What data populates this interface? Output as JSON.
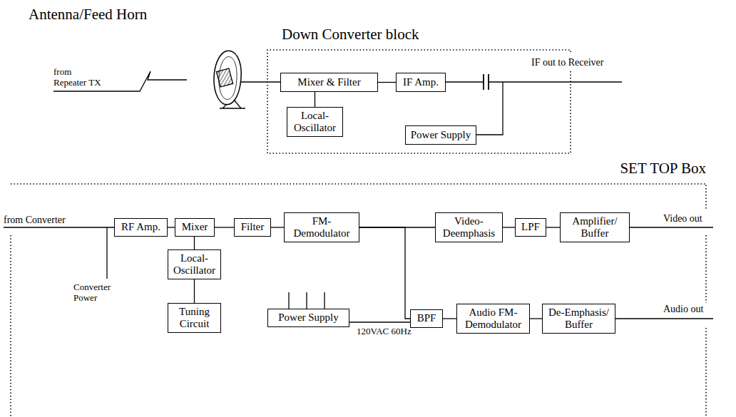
{
  "diagram": {
    "nodes": [
      {
        "text": [
          "Down Converter block"
        ]
      },
      {
        "text": [
          "Mixer & Filter"
        ],
        "in": 0
      },
      {
        "text": [
          "IF Amp."
        ],
        "in": 0
      },
      {
        "text": [
          "Local- Oscillator"
        ],
        "in": 0
      },
      {
        "text": [
          "Power Supply"
        ],
        "in": 0
      },
      {
        "text": [
          "SET TOP Box"
        ]
      },
      {
        "text": [
          "RF Amp."
        ],
        "in": 5
      },
      {
        "text": [
          "Mixer"
        ],
        "in": 5
      },
      {
        "text": [
          "Filter"
        ],
        "in": 5
      },
      {
        "text": [
          "FM- Demodulator"
        ],
        "in": 5
      },
      {
        "text": [
          "Video- Deemphasis"
        ],
        "in": 5
      },
      {
        "text": [
          "LPF"
        ],
        "in": 5
      },
      {
        "text": [
          "Amplifier/ Buffer"
        ],
        "in": 5
      },
      {
        "text": [
          "Local- Oscillator"
        ],
        "in": 5
      },
      {
        "text": [
          "Tuning Circuit"
        ],
        "in": 5
      },
      {
        "text": [
          "Power Supply"
        ],
        "in": 5
      },
      {
        "text": [
          "BPF"
        ],
        "in": 5
      },
      {
        "text": [
          "Audio FM- Demodulator"
        ],
        "in": 5
      },
      {
        "text": [
          "De-Emphasis/ Buffer"
        ],
        "in": 5
      }
    ],
    "edges": [
      {
        "from": 1,
        "to": 2,
        "arrow": "none"
      },
      {
        "from": 1,
        "to": 3,
        "arrow": "none"
      },
      {
        "from": 6,
        "to": 7,
        "arrow": "none"
      },
      {
        "from": 7,
        "to": 8,
        "arrow": "none"
      },
      {
        "from": 8,
        "to": 9,
        "arrow": "none"
      },
      {
        "from": 7,
        "to": 13,
        "arrow": "none"
      },
      {
        "from": 13,
        "to": 14,
        "arrow": "none"
      },
      {
        "from": 9,
        "to": 10,
        "arrow": "none"
      },
      {
        "from": 9,
        "to": 16,
        "arrow": "none"
      },
      {
        "from": 10,
        "to": 11,
        "arrow": "none"
      },
      {
        "from": 11,
        "to": 12,
        "arrow": "none"
      },
      {
        "from": 16,
        "to": 17,
        "arrow": "none"
      },
      {
        "from": 17,
        "to": 18,
        "arrow": "none"
      }
    ],
    "labels": [
      "Antenna/Feed Horn",
      "from Repeater TX",
      "IF out to Receiver",
      "from Converter",
      "Converter Power",
      "120VAC 60Hz",
      "Video out",
      "Audio out"
    ]
  }
}
